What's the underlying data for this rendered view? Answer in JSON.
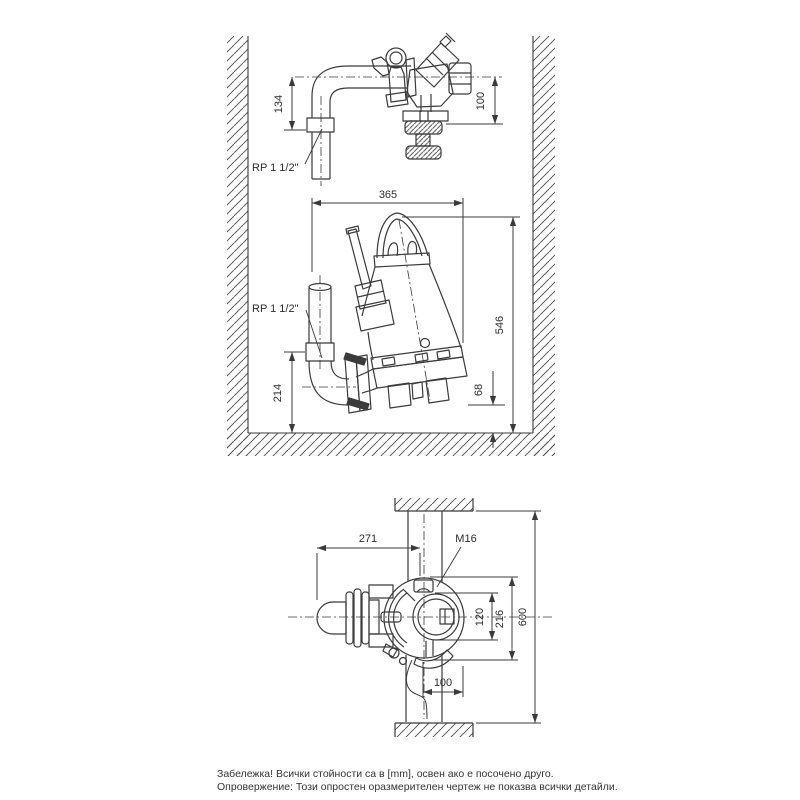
{
  "views": {
    "installation_front": {
      "dims": {
        "pipe_elbow_height": "134",
        "valve_outlet_height": "100",
        "pump_width": "365",
        "pump_total_height": "546",
        "inlet_pipe_height": "214",
        "discharge_base_height": "68"
      },
      "labels": {
        "top_connection": "RP 1 1/2\"",
        "pump_connection": "RP 1 1/2\""
      }
    },
    "installation_top": {
      "dims": {
        "pump_length": "271",
        "anchor_bolt": "M16",
        "body_width": "120",
        "overall_width": "216",
        "pit_depth": "600",
        "center_offset": "100"
      }
    },
    "notes": {
      "line1": "Забележка! Всички стойности са в [mm], освен ако е посочено друго.",
      "line2": "Опровержение: Този опростен оразмерителен чертеж не показва всички детайли."
    },
    "colors": {
      "line": "#3b3b3b",
      "text": "#2d2d2d",
      "background": "#ffffff"
    }
  }
}
